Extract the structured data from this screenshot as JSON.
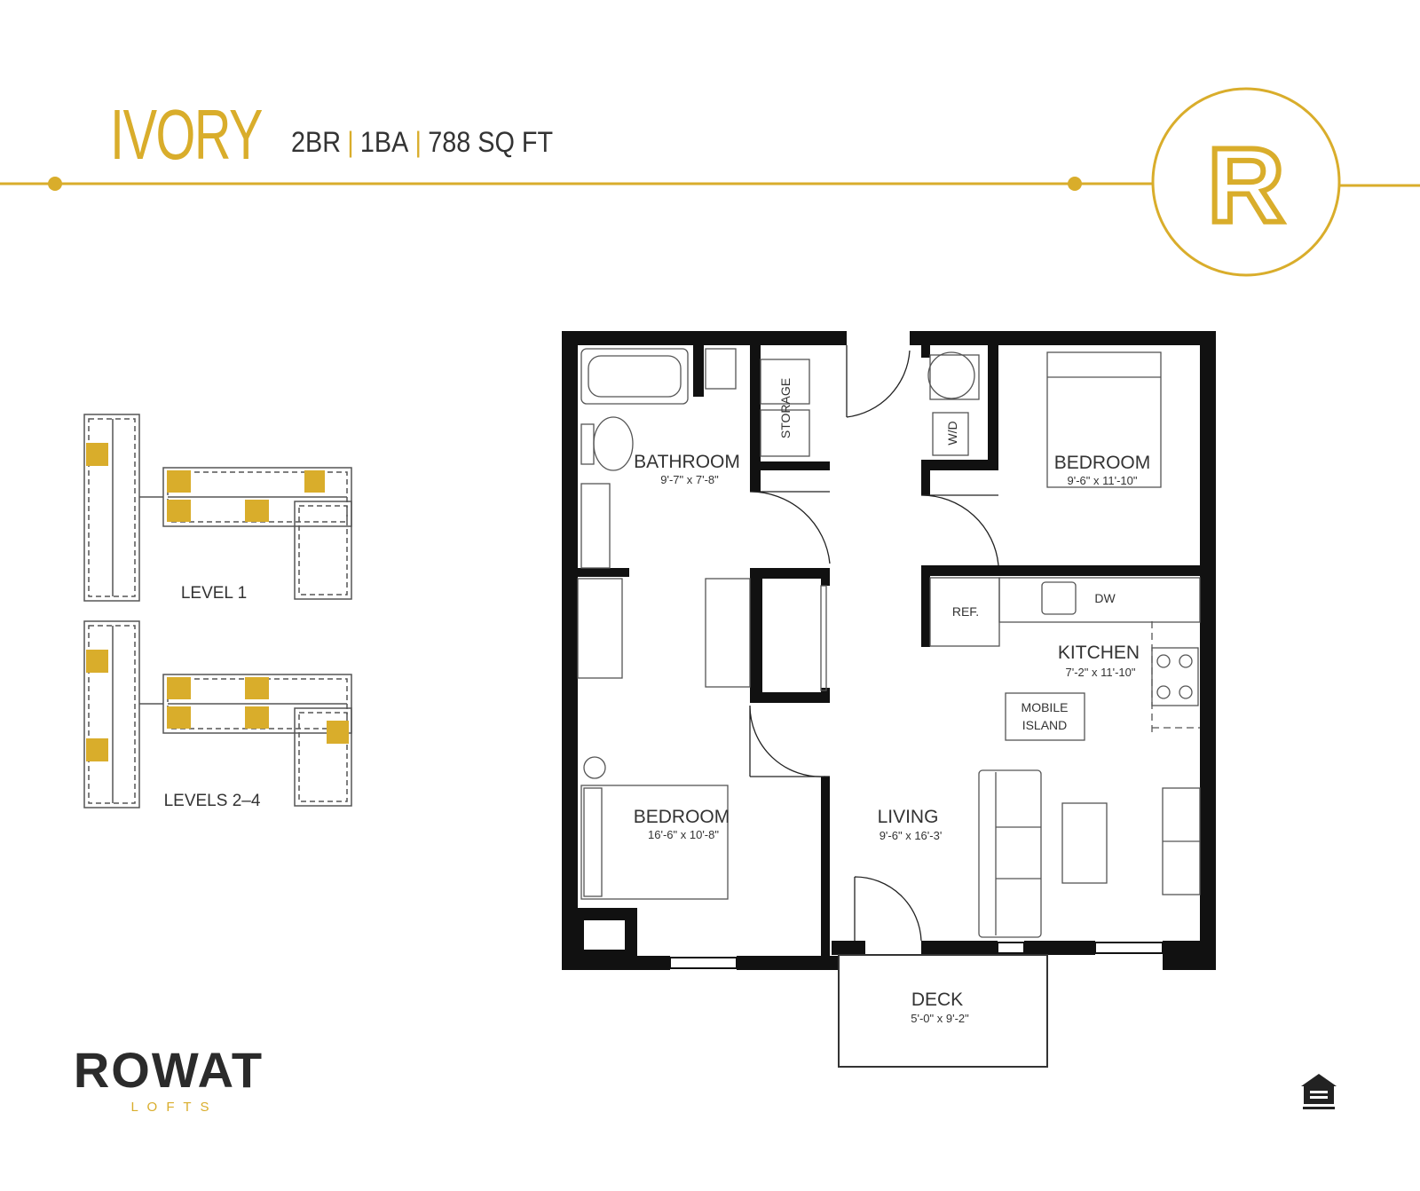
{
  "header": {
    "title": "IVORY",
    "beds": "2BR",
    "baths": "1BA",
    "area": "788 SQ FT",
    "accent_color": "#d9ad2b"
  },
  "emblem": {
    "letter": "R"
  },
  "rooms": {
    "bathroom": {
      "name": "BATHROOM",
      "dims": "9'-7\" x 7'-8\""
    },
    "storage": {
      "name": "STORAGE"
    },
    "wd": {
      "name": "W/D"
    },
    "bedroom_north": {
      "name": "BEDROOM",
      "dims": "9'-6\" x 11'-10\""
    },
    "kitchen": {
      "name": "KITCHEN",
      "dims": "7'-2\" x 11'-10\""
    },
    "ref": {
      "name": "REF."
    },
    "dw": {
      "name": "DW"
    },
    "island_line1": "MOBILE",
    "island_line2": "ISLAND",
    "bedroom_south": {
      "name": "BEDROOM",
      "dims": "16'-6\" x 10'-8\""
    },
    "living": {
      "name": "LIVING",
      "dims": "9'-6\" x 16'-3'"
    },
    "deck": {
      "name": "DECK",
      "dims": "5'-0\" x 9'-2\""
    }
  },
  "keyplans": {
    "level1": "LEVEL 1",
    "levels2_4": "LEVELS 2–4"
  },
  "brand": {
    "name": "ROWAT",
    "sub": "L O F T S"
  },
  "footer_icon": "equal-housing-icon"
}
